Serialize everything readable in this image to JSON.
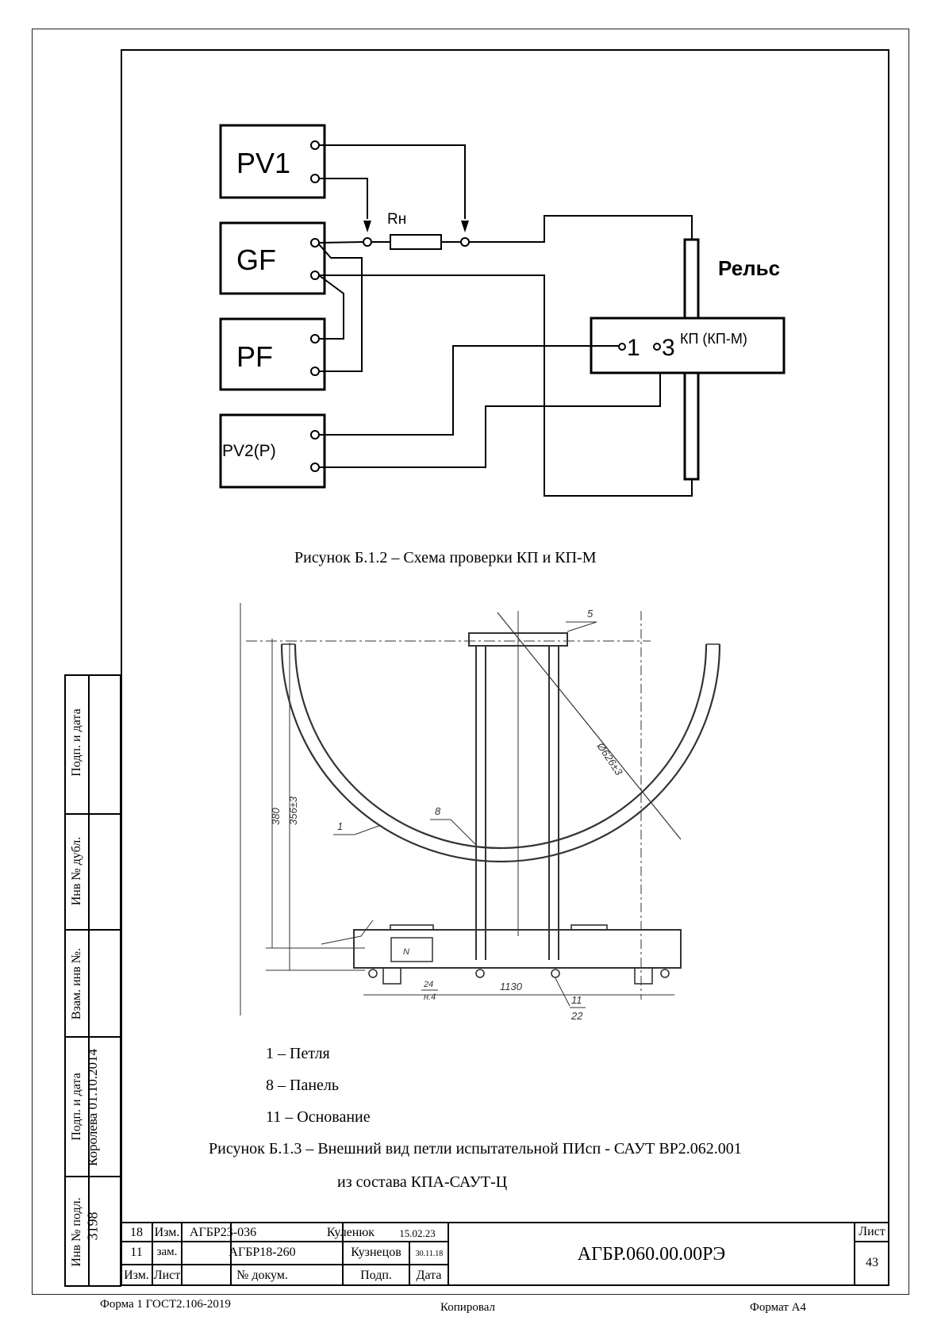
{
  "schematic": {
    "pv1": "PV1",
    "gf": "GF",
    "pf": "PF",
    "pv2": "PV2(P)",
    "rn": "Rн",
    "rail": "Рельс",
    "kp_term1": "1",
    "kp_term3": "3",
    "kp": "КП (КП-М)"
  },
  "figure2_caption": "Рисунок Б.1.2 – Схема проверки КП и КП-М",
  "drawing": {
    "dim_380": "380",
    "dim_356": "356±3",
    "dim_diameter": "Ø626±3",
    "dim_1130": "1130",
    "callout_1": "1",
    "callout_5": "5",
    "callout_8": "8",
    "callout_11": "11",
    "callout_22": "22",
    "callout_24": "24",
    "callout_n4": "н.4",
    "callout_N": "N"
  },
  "legend": {
    "item1": "1 – Петля",
    "item8": "8 – Панель",
    "item11": "11 – Основание"
  },
  "figure3_caption_line1": "Рисунок Б.1.3 – Внешний вид петли испытательной ПИсп - САУТ ВР2.062.001",
  "figure3_caption_line2": "из состава КПА-САУТ-Ц",
  "side_block": {
    "podp_data_top": "Подп. и дата",
    "inv_dubl": "Инв № дубл.",
    "vzam_inv": "Взам. инв №.",
    "podp_data": "Подп. и дата",
    "podp_value": "Королева 01.10.2014",
    "inv_podl": "Инв № подл.",
    "inv_value": "3198"
  },
  "title_block": {
    "rows": [
      {
        "izm": "18",
        "list": "Изм.",
        "doc": "АГБР23-036",
        "podp": "Куленюк",
        "data": "15.02.23"
      },
      {
        "izm": "11",
        "list": "зам.",
        "doc": "АГБР18-260",
        "podp": "Кузнецов",
        "data": "30.11.18"
      }
    ],
    "headers": {
      "izm": "Изм.",
      "list": "Лист",
      "doc": "№ докум.",
      "podp": "Подп.",
      "data": "Дата"
    },
    "doc_number": "АГБР.060.00.00РЭ",
    "sheet_label": "Лист",
    "sheet_number": "43"
  },
  "footer": {
    "form": "Форма 1 ГОСТ2.106-2019",
    "copied": "Копировал",
    "format": "Формат А4"
  }
}
